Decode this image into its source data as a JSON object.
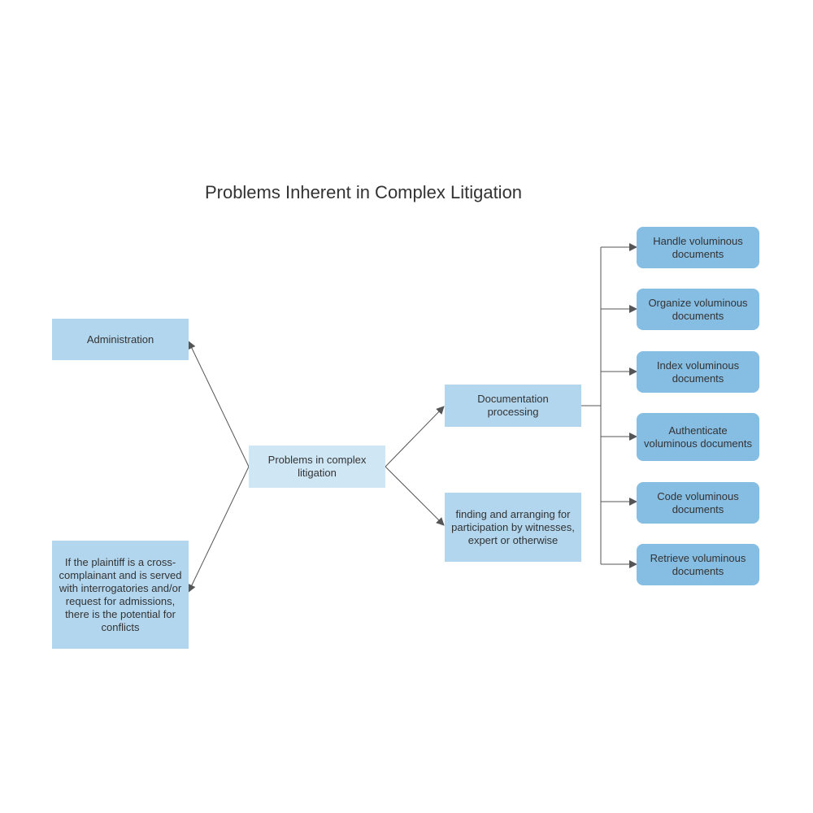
{
  "title": "Problems Inherent in Complex Litigation",
  "colors": {
    "root_fill": "#cfe6f5",
    "branch_fill": "#b2d6ee",
    "leaf_fill": "#86bde3",
    "connector": "#555555",
    "text": "#333333"
  },
  "nodes": {
    "root": "Problems in complex litigation",
    "administration": "Administration",
    "plaintiff_conflict": "If the plaintiff is a cross-complainant and is served with interrogatories and/or request for admissions, there is the potential for conflicts",
    "documentation": "Documentation processing",
    "witnesses": "finding and arranging for participation by witnesses, expert or otherwise",
    "doc_tasks": [
      "Handle voluminous documents",
      "Organize voluminous documents",
      "Index voluminous documents",
      "Authenticate voluminous documents",
      "Code voluminous documents",
      "Retrieve voluminous documents"
    ]
  }
}
